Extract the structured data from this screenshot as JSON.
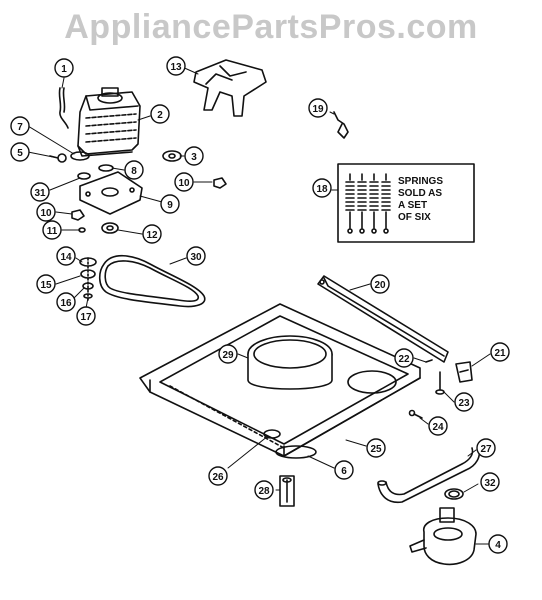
{
  "watermark": "AppliancePartsPros.com",
  "springs_note": [
    "SPRINGS",
    "SOLD AS",
    "A SET",
    "OF SIX"
  ],
  "callouts": [
    "1",
    "2",
    "3",
    "4",
    "5",
    "6",
    "7",
    "8",
    "9",
    "10",
    "10",
    "11",
    "12",
    "13",
    "14",
    "15",
    "16",
    "17",
    "18",
    "19",
    "20",
    "21",
    "22",
    "23",
    "24",
    "25",
    "26",
    "27",
    "28",
    "29",
    "30",
    "31",
    "32"
  ],
  "colors": {
    "ink": "#111111",
    "watermark": "#c8c8c8",
    "background": "#ffffff"
  }
}
